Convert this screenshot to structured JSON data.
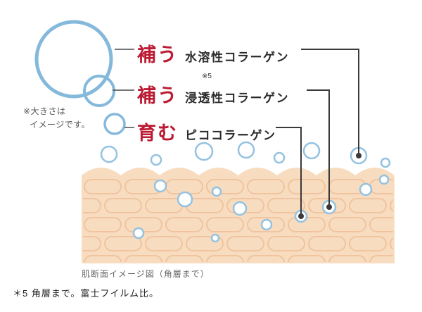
{
  "rows": [
    {
      "action": "補う",
      "name": "水溶性コラーゲン",
      "sup": ""
    },
    {
      "action": "補う",
      "name": "浸透性コラーゲン",
      "sup": "※5"
    },
    {
      "action": "育む",
      "name": "ピココラーゲン",
      "sup": ""
    }
  ],
  "size_note": {
    "line1": "※大きさは",
    "line2": "イメージです。"
  },
  "caption": "肌断面イメージ図（角層まで）",
  "footnote": "＊5 角層まで。富士フイルム比。",
  "colors": {
    "accent_red": "#bc1a32",
    "circle_blue": "#85b9dc",
    "bubble_blue": "#94c2e0",
    "skin_fill": "#f8dcc0",
    "cell_line": "#efc49e",
    "connector_dark": "#3a3a3a",
    "note_gray": "#555555"
  }
}
